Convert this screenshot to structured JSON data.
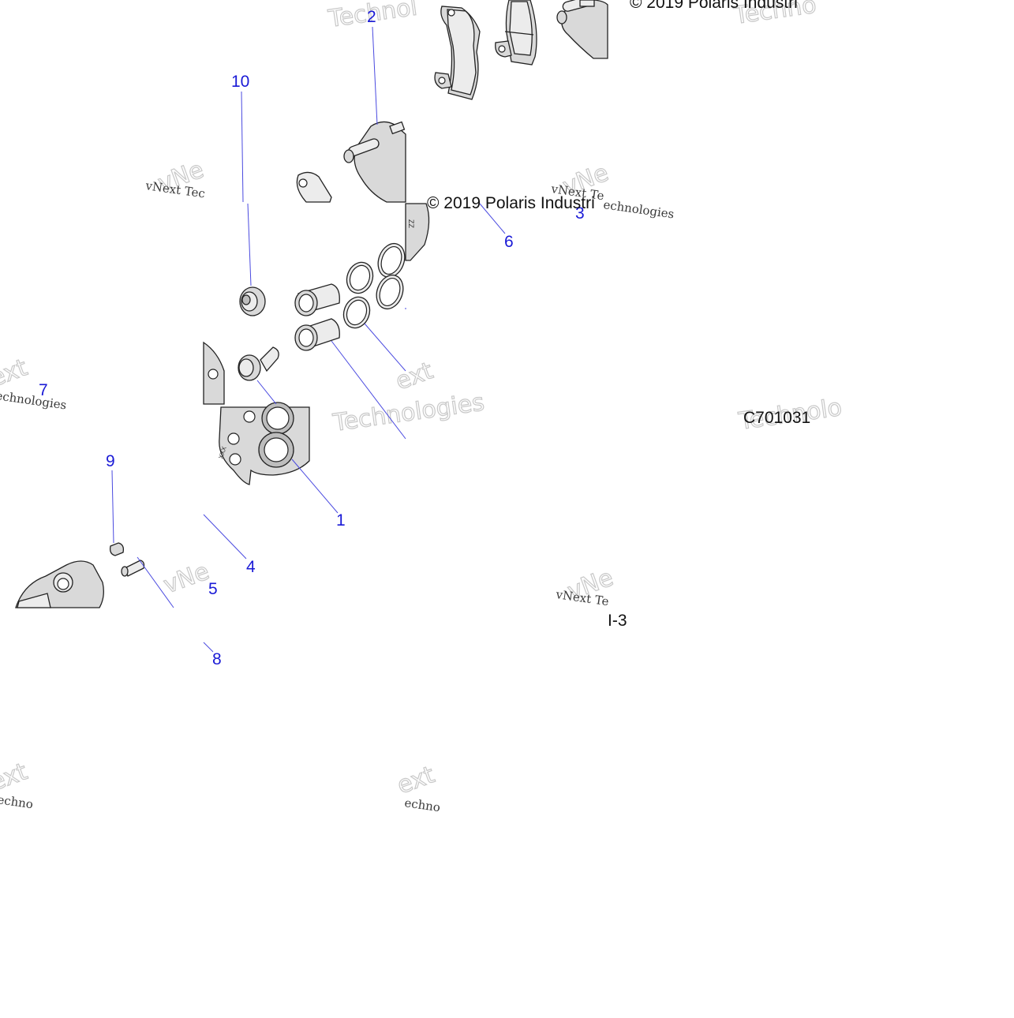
{
  "diagram": {
    "copyright_notices": [
      "© 2019 Polaris Industri",
      "© 2019 Polaris Industri"
    ],
    "drawing_code": "C701031",
    "fragment_text": "I-3",
    "watermark": {
      "serif_text": [
        "vNext Tec",
        "vNext Te",
        "vNext Te",
        "echnologies",
        "echnologies",
        "echno",
        "echno"
      ],
      "outline_text": [
        "Technol",
        "Techno",
        "Technologies",
        "Technolo",
        "vNe",
        "vNe",
        "vNe",
        "vNe",
        "ext",
        "ext",
        "ext",
        "ext"
      ]
    },
    "callouts": [
      {
        "id": "1",
        "label": "1"
      },
      {
        "id": "2",
        "label": "2"
      },
      {
        "id": "3",
        "label": "3"
      },
      {
        "id": "4",
        "label": "4"
      },
      {
        "id": "5",
        "label": "5"
      },
      {
        "id": "6",
        "label": "6"
      },
      {
        "id": "7",
        "label": "7"
      },
      {
        "id": "8",
        "label": "8"
      },
      {
        "id": "9",
        "label": "9"
      },
      {
        "id": "10",
        "label": "10"
      }
    ]
  }
}
